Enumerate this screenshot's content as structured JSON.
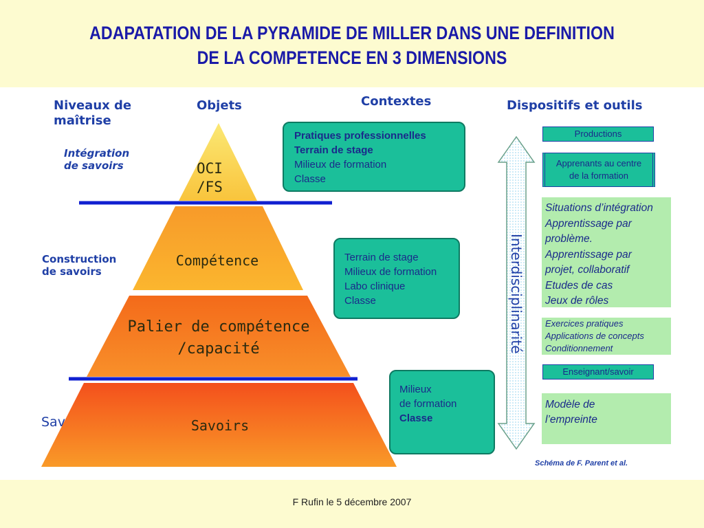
{
  "title": {
    "line1": "ADAPATATION DE LA PYRAMIDE DE MILLER DANS UNE DEFINITION",
    "line2": "DE LA COMPETENCE EN 3 DIMENSIONS"
  },
  "headers": {
    "niveaux_l1": "Niveaux de",
    "niveaux_l2": "maîtrise",
    "objets": "Objets",
    "contextes": "Contextes",
    "dispositifs": "Dispositifs et outils"
  },
  "levels": {
    "integration_l1": "Intégration",
    "integration_l2": "de savoirs",
    "construction_l1": "Construction",
    "construction_l2": "de savoirs",
    "redire": "Savoirs redire"
  },
  "pyramid": {
    "top_l1": "OCI",
    "top_l2": "/FS",
    "competence": "Compétence",
    "palier_l1": "Palier de compétence",
    "palier_l2": "/capacité",
    "savoirs": "Savoirs"
  },
  "contexts": {
    "box1": [
      "Pratiques professionnelles",
      "Terrain de stage",
      "Milieux de formation",
      "Classe"
    ],
    "box2": [
      "Terrain de stage",
      "Milieux de formation",
      "Labo clinique",
      "Classe"
    ],
    "box3": [
      "Milieux",
      "de formation",
      "Classe"
    ]
  },
  "interdisciplinarite": "Interdisciplinarité",
  "tools": {
    "productions": "Productions",
    "apprenants_l1": "Apprenants au centre",
    "apprenants_l2": "de la formation",
    "situations": [
      "Situations d’intégration",
      "Apprentissage par",
      "problème.",
      "Apprentissage par",
      "projet, collaboratif",
      "Etudes de cas",
      "Jeux de rôles"
    ],
    "exercices": [
      "Exercices pratiques",
      "Applications de concepts",
      "Conditionnement"
    ],
    "enseignant": "Enseignant/savoir",
    "modele": [
      "Modèle de",
      "l’empreinte"
    ]
  },
  "credit": "Schéma de F. Parent et al.",
  "footer": "F Rufin le 5 décembre 2007",
  "colors": {
    "title": "#1a1aa8",
    "slide_bg": "#fdfbd0",
    "context_box": "#1bbf9a",
    "green_box": "#b3ecae",
    "separator": "#1020d0"
  }
}
